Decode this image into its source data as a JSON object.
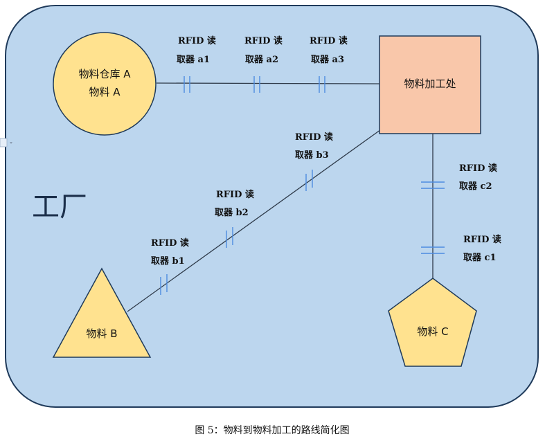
{
  "factory_label": "工厂",
  "nodes": {
    "warehouse": {
      "line1": "物料仓库 A",
      "line2": "物料 A"
    },
    "processing": {
      "label": "物料加工处"
    },
    "material_b": {
      "label": "物料 B"
    },
    "material_c": {
      "label": "物料 C"
    }
  },
  "readers": {
    "a1": {
      "line1": "RFID 读",
      "line2": "取器 a1"
    },
    "a2": {
      "line1": "RFID 读",
      "line2": "取器 a2"
    },
    "a3": {
      "line1": "RFID 读",
      "line2": "取器 a3"
    },
    "b1": {
      "line1": "RFID 读",
      "line2": "取器 b1"
    },
    "b2": {
      "line1": "RFID 读",
      "line2": "取器 b2"
    },
    "b3": {
      "line1": "RFID 读",
      "line2": "取器 b3"
    },
    "c1": {
      "line1": "RFID 读",
      "line2": "取器 c1"
    },
    "c2": {
      "line1": "RFID 读",
      "line2": "取器 c2"
    }
  },
  "caption": "图 5：物料到物料加工的路线简化图",
  "colors": {
    "factory_bg": "#bcd6ee",
    "factory_border": "#1f3a5a",
    "warehouse_fill": "#ffe28f",
    "processing_fill": "#f9c7aa",
    "material_fill": "#ffe28f",
    "reader_tick": "#4d8ce0"
  }
}
